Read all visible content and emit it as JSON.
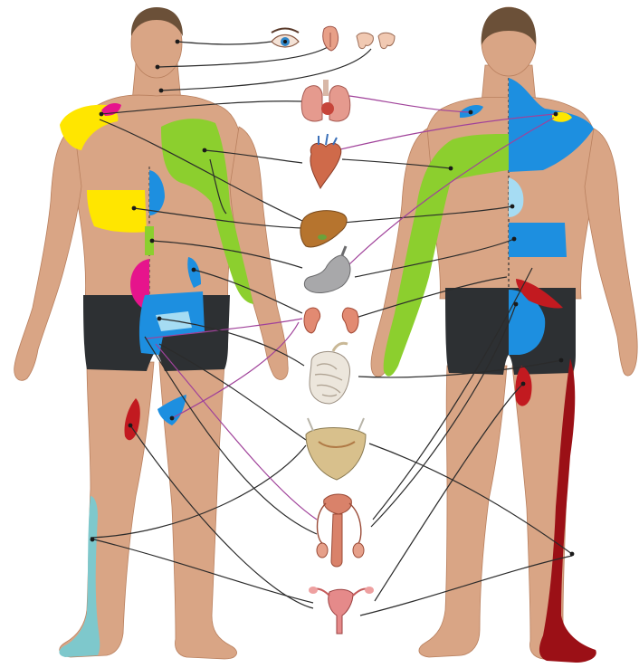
{
  "figure": {
    "colors": {
      "background": "#ffffff",
      "skin": "#d9a585",
      "skin_shadow": "#b9805f",
      "hair": "#6b5038",
      "underwear": "#2d3033",
      "leader_line_dark": "#2b2b2b",
      "leader_line_purple": "#a0429a",
      "zone_yellow": "#ffe600",
      "zone_green": "#8ccf2e",
      "zone_blue": "#1d8fe0",
      "zone_light_blue": "#a6dcf3",
      "zone_magenta": "#e6148c",
      "zone_teal": "#7ec8cc",
      "zone_red": "#c21a20",
      "zone_dark_red": "#9b1016"
    },
    "organs": [
      {
        "id": "eye",
        "icon": "eye-icon"
      },
      {
        "id": "tongue",
        "icon": "tongue-icon"
      },
      {
        "id": "teeth",
        "icon": "teeth-icon"
      },
      {
        "id": "lungs",
        "icon": "lungs-icon"
      },
      {
        "id": "heart",
        "icon": "heart-icon"
      },
      {
        "id": "liver",
        "icon": "liver-icon"
      },
      {
        "id": "stomach",
        "icon": "stomach-icon"
      },
      {
        "id": "kidneys",
        "icon": "kidneys-icon"
      },
      {
        "id": "intestines",
        "icon": "intestines-icon"
      },
      {
        "id": "bladder",
        "icon": "bladder-icon"
      },
      {
        "id": "male_reproductive",
        "icon": "male-reproductive-organs-icon"
      },
      {
        "id": "female_reproductive",
        "icon": "uterus-icon"
      }
    ]
  }
}
